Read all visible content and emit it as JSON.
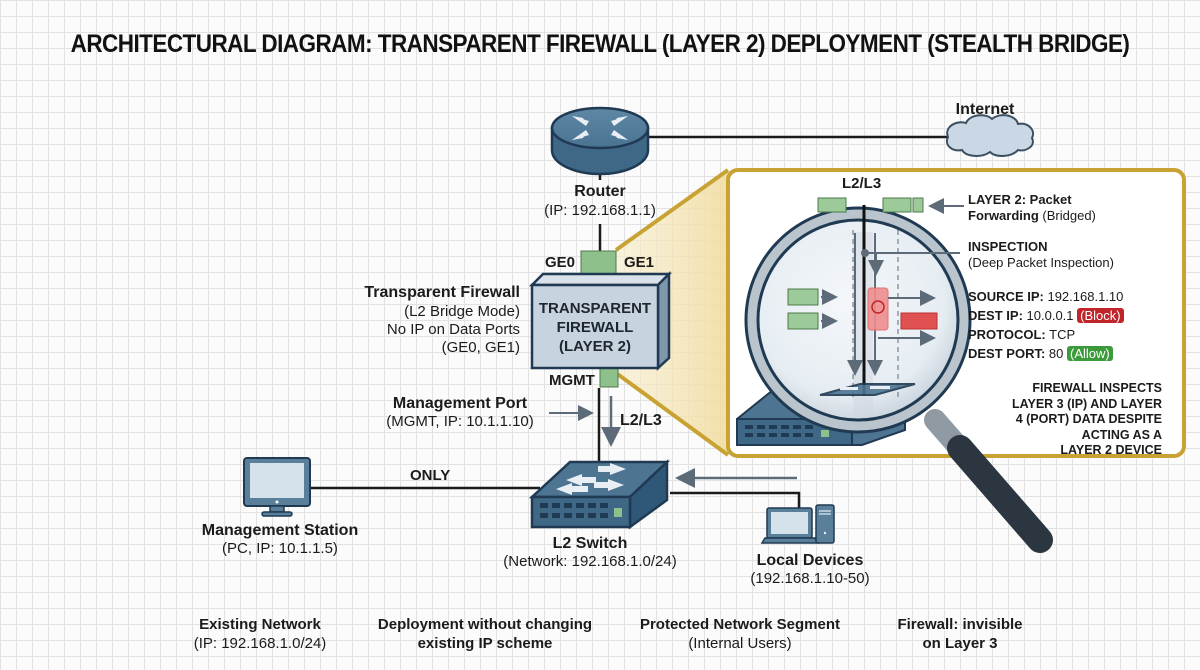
{
  "title": "ARCHITECTURAL DIAGRAM: TRANSPARENT FIREWALL (LAYER 2) DEPLOYMENT (STEALTH BRIDGE)",
  "colors": {
    "device_blue": "#4d7592",
    "device_dark": "#1f3a52",
    "port_green": "#8dc08a",
    "zoom_border": "#c9a234",
    "cone_fill": "#f3e3b4",
    "block_red": "#c0252a",
    "allow_green": "#3c9a3c",
    "firewall_fill": "#c7d3df",
    "cloud_fill": "#c9d8e4"
  },
  "nodes": {
    "internet": {
      "label": "Internet",
      "icon": "cloud-icon"
    },
    "router": {
      "label": "Router",
      "sub": "(IP: 192.168.1.1)",
      "icon": "router-icon"
    },
    "firewall": {
      "box_lines": [
        "TRANSPARENT",
        "FIREWALL",
        "(LAYER 2)"
      ],
      "label": "Transparent Firewall",
      "sub_lines": [
        "(L2 Bridge Mode)",
        "No IP on Data Ports",
        "(GE0, GE1)"
      ],
      "ports": {
        "ge0": "GE0",
        "ge1": "GE1",
        "mgmt": "MGMT"
      }
    },
    "mgmt_port": {
      "label": "Management Port",
      "sub": "(MGMT, IP: 10.1.1.10)"
    },
    "link_label": "L2/L3",
    "only_label": "ONLY",
    "switch": {
      "label": "L2 Switch",
      "sub": "(Network: 192.168.1.0/24)",
      "icon": "switch-icon"
    },
    "mgmt_station": {
      "label": "Management Station",
      "sub": "(PC, IP: 10.1.1.5)",
      "icon": "monitor-icon"
    },
    "local_devices": {
      "label": "Local Devices",
      "sub": "(192.168.1.10-50)",
      "icon": "laptop-tower-icon"
    }
  },
  "zoom_panel": {
    "top_label": "L2/L3",
    "layer2_title": "LAYER 2: Packet",
    "layer2_line2_bold": "Forwarding",
    "layer2_line2_rest": "(Bridged)",
    "inspection_title": "INSPECTION",
    "inspection_sub": "(Deep Packet Inspection)",
    "fields": [
      {
        "key": "SOURCE IP:",
        "value": "192.168.1.10",
        "badge": ""
      },
      {
        "key": "DEST IP:",
        "value": "10.0.0.1",
        "badge": "(Block)",
        "badge_type": "red"
      },
      {
        "key": "PROTOCOL:",
        "value": "TCP",
        "badge": ""
      },
      {
        "key": "DEST PORT:",
        "value": "80",
        "badge": "(Allow)",
        "badge_type": "green"
      }
    ],
    "note_lines": [
      "FIREWALL INSPECTS",
      "LAYER 3 (IP) AND LAYER",
      "4 (PORT) DATA DESPITE",
      "ACTING AS A",
      "LAYER 2 DEVICE"
    ]
  },
  "footer": [
    {
      "title": "Existing Network",
      "sub": "(IP: 192.168.1.0/24)"
    },
    {
      "title": "Deployment without changing",
      "title2": "existing IP scheme"
    },
    {
      "title": "Protected Network Segment",
      "sub": "(Internal Users)"
    },
    {
      "title": "Firewall: invisible",
      "title2": "on Layer 3"
    }
  ]
}
